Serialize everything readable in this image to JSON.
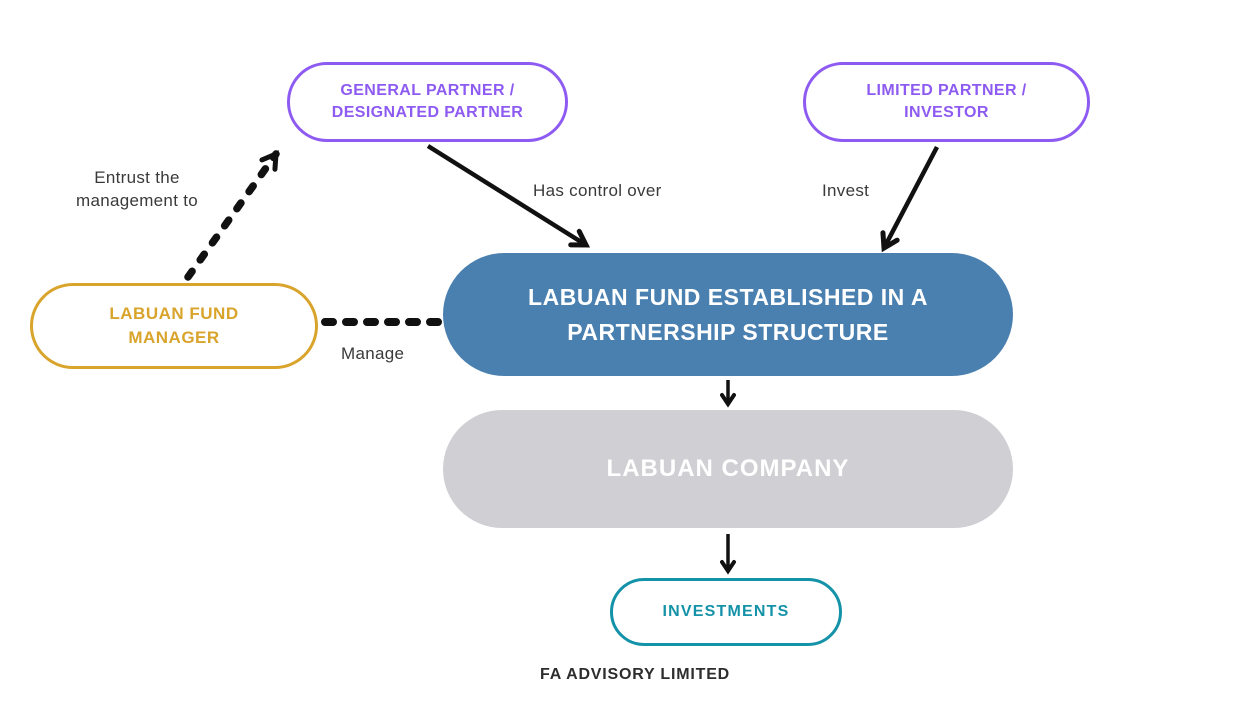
{
  "diagram": {
    "title_context": "Labuan fund partnership structure diagram",
    "footer": {
      "label": "FA ADVISORY LIMITED"
    },
    "colors": {
      "purple": "#8E5BF2",
      "gold": "#D9A42C",
      "blue": "#4A80B0",
      "gray": "#CFCFD4",
      "teal": "#1492A8",
      "label_text": "#3A3A3A",
      "arrow": "#111111"
    },
    "nodes": {
      "general_partner": {
        "label": "GENERAL PARTNER / DESIGNATED PARTNER",
        "shape": "pill-outline",
        "color": "#8E5BF2"
      },
      "limited_partner": {
        "label": "LIMITED PARTNER / INVESTOR",
        "shape": "pill-outline",
        "color": "#8E5BF2"
      },
      "fund_manager": {
        "label": "LABUAN FUND MANAGER",
        "shape": "pill-outline",
        "color": "#D9A42C"
      },
      "labuan_fund": {
        "label": "LABUAN FUND ESTABLISHED IN A PARTNERSHIP STRUCTURE",
        "shape": "pill-filled",
        "color": "#4A80B0"
      },
      "labuan_company": {
        "label": "LABUAN COMPANY",
        "shape": "pill-filled",
        "color": "#CFCFD4"
      },
      "investments": {
        "label": "INVESTMENTS",
        "shape": "pill-outline",
        "color": "#1492A8"
      }
    },
    "edges": {
      "entrust": {
        "label": "Entrust the management to",
        "style": "dashed-arrow",
        "from": "fund_manager",
        "to": "general_partner"
      },
      "has_control_over": {
        "label": "Has control over",
        "style": "solid-arrow",
        "from": "general_partner",
        "to": "labuan_fund"
      },
      "invest": {
        "label": "Invest",
        "style": "solid-arrow",
        "from": "limited_partner",
        "to": "labuan_fund"
      },
      "manage": {
        "label": "Manage",
        "style": "dotted-line",
        "from": "fund_manager",
        "to": "labuan_fund"
      },
      "fund_to_company": {
        "label": "",
        "style": "solid-arrow",
        "from": "labuan_fund",
        "to": "labuan_company"
      },
      "company_to_investments": {
        "label": "",
        "style": "solid-arrow",
        "from": "labuan_company",
        "to": "investments"
      }
    }
  }
}
